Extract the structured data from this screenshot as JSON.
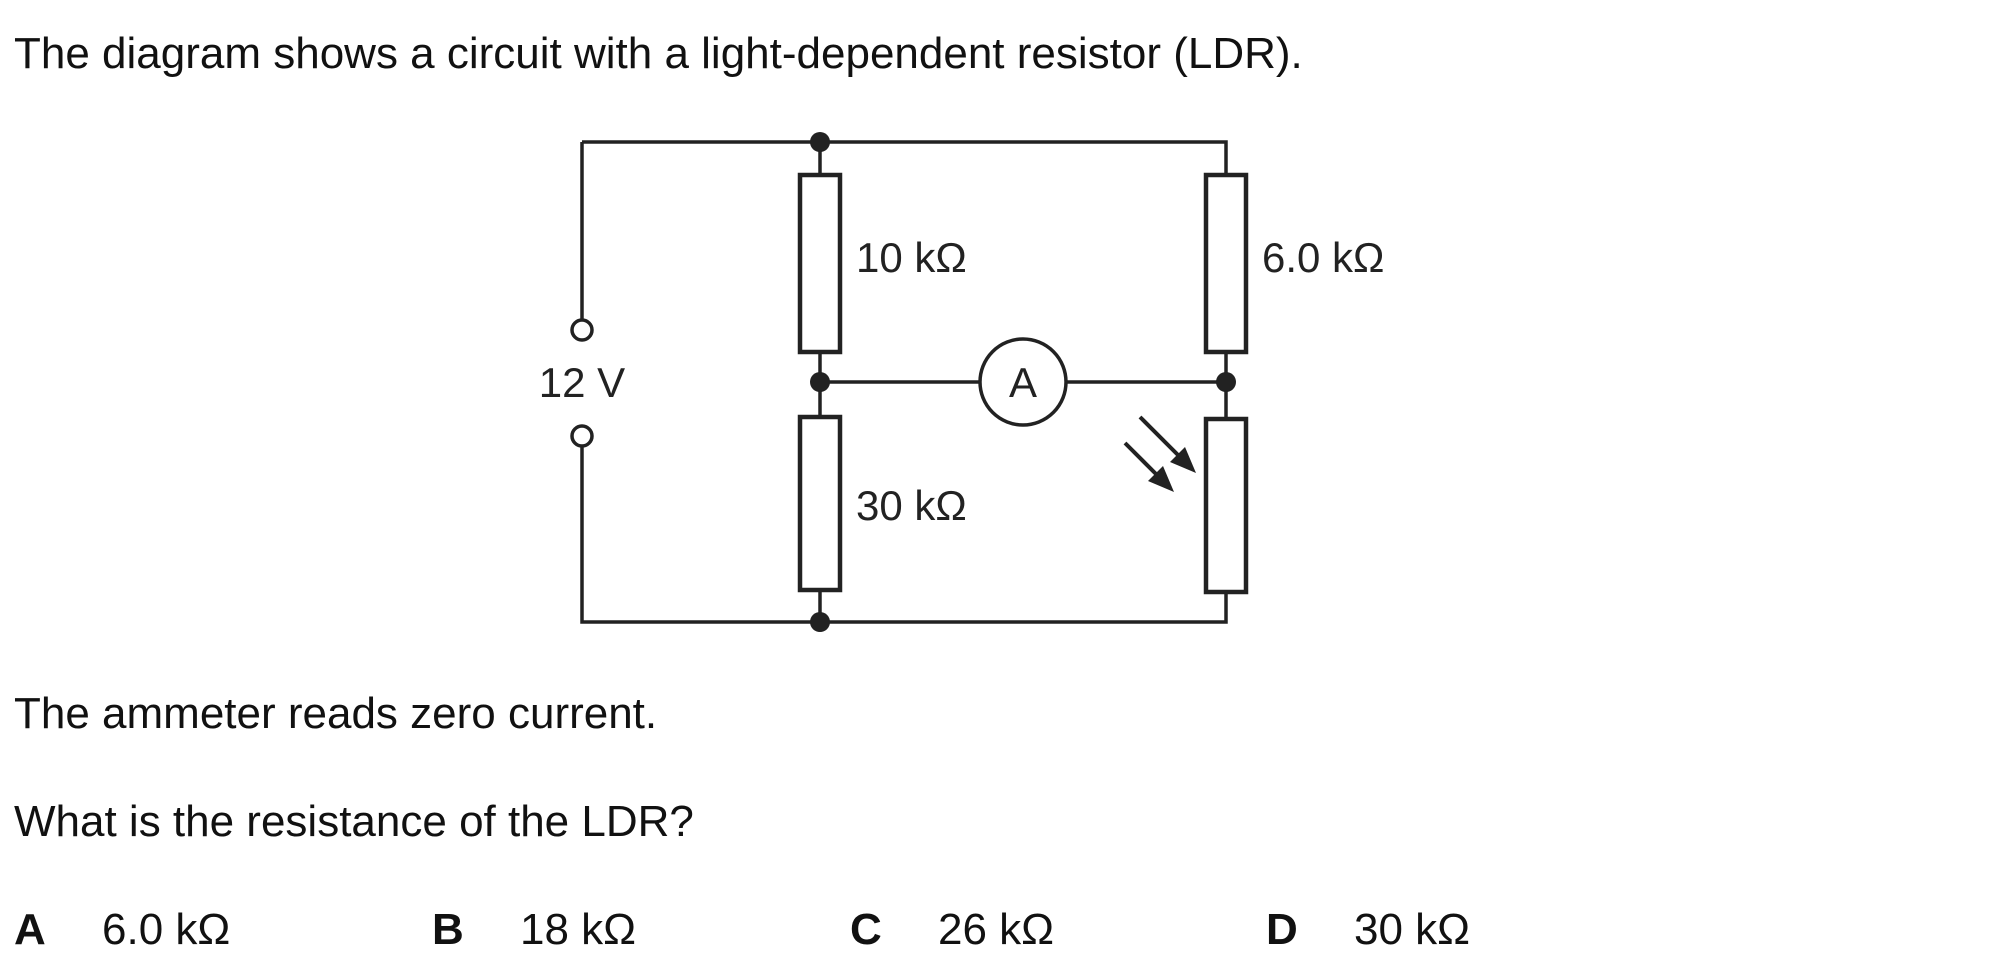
{
  "question": {
    "intro": "The diagram shows a circuit with a light-dependent resistor (LDR).",
    "statement": "The ammeter reads zero current.",
    "prompt": "What is the resistance of the LDR?"
  },
  "circuit": {
    "supply_label": "12 V",
    "r_top_left_label": "10 kΩ",
    "r_bottom_left_label": "30 kΩ",
    "r_top_right_label": "6.0 kΩ",
    "ammeter_label": "A"
  },
  "options": [
    {
      "letter": "A",
      "value": "6.0 kΩ"
    },
    {
      "letter": "B",
      "value": "18 kΩ"
    },
    {
      "letter": "C",
      "value": "26 kΩ"
    },
    {
      "letter": "D",
      "value": "30 kΩ"
    }
  ]
}
